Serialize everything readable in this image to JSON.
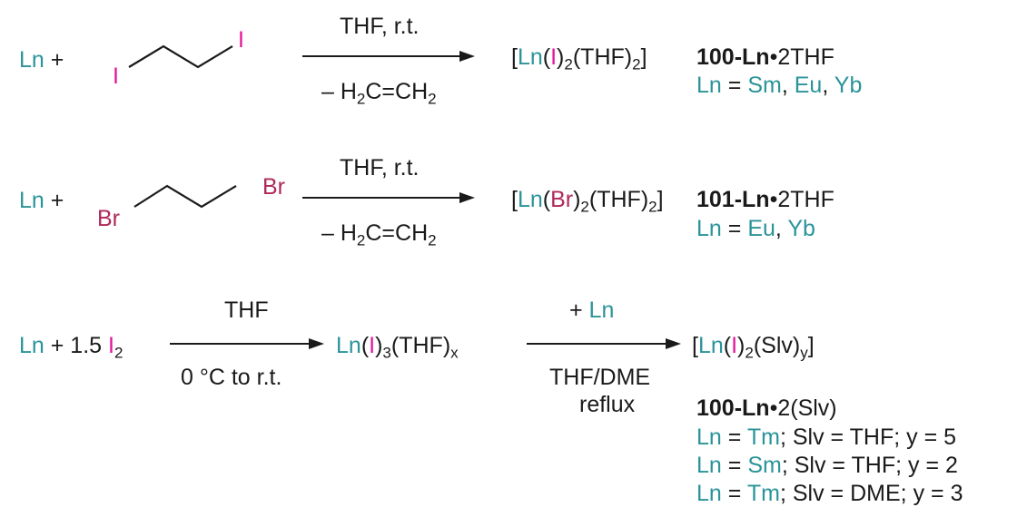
{
  "colors": {
    "lanthanide": "#2a9499",
    "iodine": "#e5159a",
    "bromine": "#b0285a",
    "text": "#1a1a1a"
  },
  "common": {
    "ln": "Ln",
    "plus": " +",
    "thf": "THF",
    "eq": " = ",
    "comma": ", ",
    "semicolon": "; ",
    "slv": "Slv",
    "y": "y",
    "two": "2",
    "three": "3",
    "x": "x",
    "open_ln": "[",
    "open_paren": "(",
    "close_paren": ")",
    "close_paren_thf": ")(THF",
    "close_bracket": ")]",
    "close_paren_slv": ")(Slv",
    "h2c": "– H",
    "c_eq_ch": "C=CH"
  },
  "reaction1": {
    "reagent_label": "I",
    "reagent_label_2": "I",
    "condition_above": "THF, r.t.",
    "product_halide": "I",
    "compound": "100-Ln",
    "solvate": "•2THF",
    "metals": [
      "Sm",
      "Eu",
      "Yb"
    ]
  },
  "reaction2": {
    "reagent_label": "Br",
    "reagent_label_2": "Br",
    "condition_above": "THF, r.t.",
    "product_halide": "Br",
    "compound": "101-Ln",
    "solvate": "•2THF",
    "metals": [
      "Eu",
      "Yb"
    ]
  },
  "reaction3": {
    "coefficient": " + 1.5 ",
    "iodine_symbol": "I",
    "condition1_above": "THF",
    "condition1_below": "0 °C to r.t.",
    "intermediate_halide": "I",
    "plus_ln": "+ ",
    "condition2_below_1": "THF/DME",
    "condition2_below_2": "reflux",
    "product_halide": "I",
    "compound": "100-Ln",
    "solvate": "•2(Slv)",
    "variants": [
      {
        "ln": "Tm",
        "slv": "THF",
        "y": "5"
      },
      {
        "ln": "Sm",
        "slv": "THF",
        "y": "2"
      },
      {
        "ln": "Tm",
        "slv": "DME",
        "y": "3"
      }
    ]
  }
}
